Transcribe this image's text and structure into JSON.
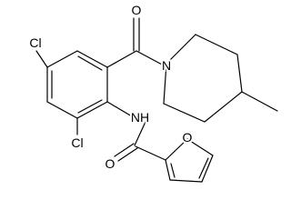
{
  "structure": {
    "atoms": {
      "carbonyl_o_top": "O",
      "piperidine_n": "N",
      "chloro_left": "Cl",
      "chloro_bottom": "Cl",
      "amide_nh": "NH",
      "amide_o": "O",
      "furan_o": "O"
    },
    "colors": {
      "bond": "#000000",
      "label": "#000000",
      "background": "#ffffff"
    }
  }
}
